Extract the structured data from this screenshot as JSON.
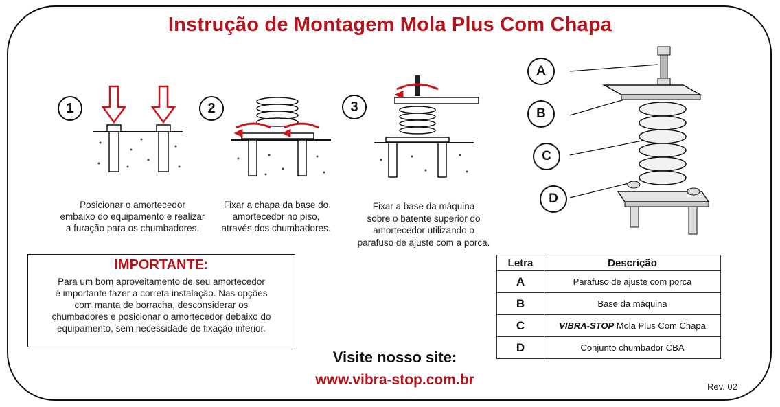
{
  "title": "Instrução de Montagem Mola Plus Com Chapa",
  "steps": [
    {
      "number": "1",
      "text_lines": [
        "Posicionar o amortecedor",
        "embaixo do equipamento e realizar",
        "a furação para os chumbadores."
      ]
    },
    {
      "number": "2",
      "text_lines": [
        "Fixar a chapa da base do",
        "amortecedor no piso,",
        "através dos chumbadores."
      ]
    },
    {
      "number": "3",
      "text_lines": [
        "Fixar a base da máquina",
        "sobre o batente superior do",
        "amortecedor utilizando o",
        "parafuso de ajuste com a porca."
      ]
    }
  ],
  "important": {
    "heading": "IMPORTANTE:",
    "lines": [
      "Para um bom aproveitamento de seu amortecedor",
      "é importante fazer a correta instalação. Nas opções",
      "com manta de borracha, desconsiderar os",
      "chumbadores e posicionar o amortecedor debaixo do",
      "equipamento, sem necessidade de fixação inferior."
    ]
  },
  "diagram_labels": [
    "A",
    "B",
    "C",
    "D"
  ],
  "legend": {
    "header_letter": "Letra",
    "header_desc": "Descrição",
    "rows": [
      {
        "letter": "A",
        "brand": "",
        "desc": "Parafuso de ajuste com porca"
      },
      {
        "letter": "B",
        "brand": "",
        "desc": "Base da máquina"
      },
      {
        "letter": "C",
        "brand": "VIBRA-STOP",
        "desc": " Mola Plus Com Chapa"
      },
      {
        "letter": "D",
        "brand": "",
        "desc": "Conjunto chumbador CBA"
      }
    ]
  },
  "visit_label": "Visite nosso site:",
  "site_url": "www.vibra-stop.com.br",
  "revision": "Rev. 02",
  "colors": {
    "accent_red": "#b3141b",
    "arrow_red": "#c8161d"
  }
}
